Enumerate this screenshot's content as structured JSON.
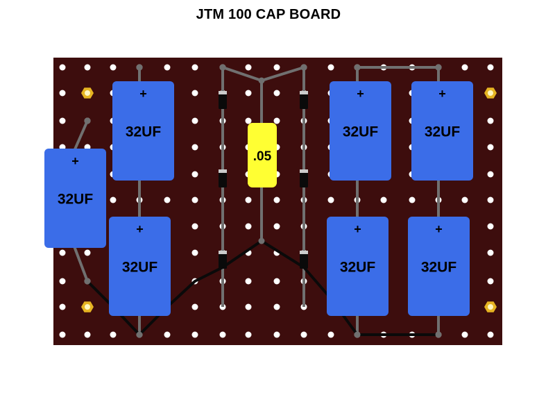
{
  "title": "JTM 100 CAP BOARD",
  "colors": {
    "board": "#3d0d0d",
    "hole": "#ffffff",
    "cap_blue": "#3b6de8",
    "cap_yellow": "#ffff33",
    "wire_gray": "#707070",
    "wire_black": "#0a0a0a",
    "diode_body": "#0a0a0a",
    "diode_band": "#cccccc",
    "standoff": "#e6b422"
  },
  "capacitors": [
    {
      "id": "c1",
      "label": "32UF",
      "polarity": "+"
    },
    {
      "id": "c2",
      "label": "32UF",
      "polarity": "+"
    },
    {
      "id": "c3",
      "label": "32UF",
      "polarity": "+"
    },
    {
      "id": "c4",
      "label": "32UF",
      "polarity": "+"
    },
    {
      "id": "c5",
      "label": "32UF",
      "polarity": "+"
    },
    {
      "id": "c6",
      "label": "32UF",
      "polarity": "+"
    },
    {
      "id": "c7",
      "label": "32UF",
      "polarity": "+"
    }
  ],
  "film_cap": {
    "label": ".05"
  },
  "diode_count": 6,
  "standoff_icon": "hex-standoff-icon",
  "diode_icon": "diode-icon"
}
